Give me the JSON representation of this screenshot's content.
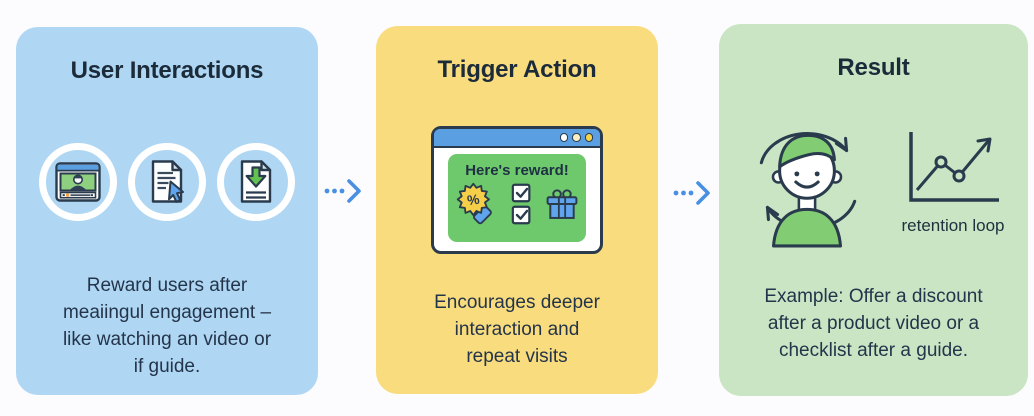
{
  "flow": {
    "background_color": "#FCFCFE",
    "arrow_color": "#4A90E2",
    "outline_color": "#2A3B4D",
    "cards": [
      {
        "id": "user-interactions",
        "title": "User Interactions",
        "body": "Reward users after\nmeaiingul engagement –\nlike watching an video or\nif guide.",
        "bg_color": "#AFD7F3",
        "icons": [
          "video-player-icon",
          "document-click-icon",
          "document-download-icon"
        ]
      },
      {
        "id": "trigger-action",
        "title": "Trigger Action",
        "body": "Encourages deeper\ninteraction and\nrepeat visits",
        "bg_color": "#F9DC7D",
        "popup": {
          "heading": "Here's reward!",
          "panel_color": "#6EC96D",
          "titlebar_color": "#5B9FE3",
          "icons": [
            "discount-badge-icon",
            "checklist-icon",
            "gift-icon"
          ]
        }
      },
      {
        "id": "result",
        "title": "Result",
        "body": "Example: Offer a discount\nafter a product video or a\nchecklist after a guide.",
        "bg_color": "#C9E5C4",
        "illustration": {
          "icons": [
            "user-retention-loop-icon",
            "growth-chart-icon"
          ],
          "chart_label": "retention loop"
        }
      }
    ]
  }
}
